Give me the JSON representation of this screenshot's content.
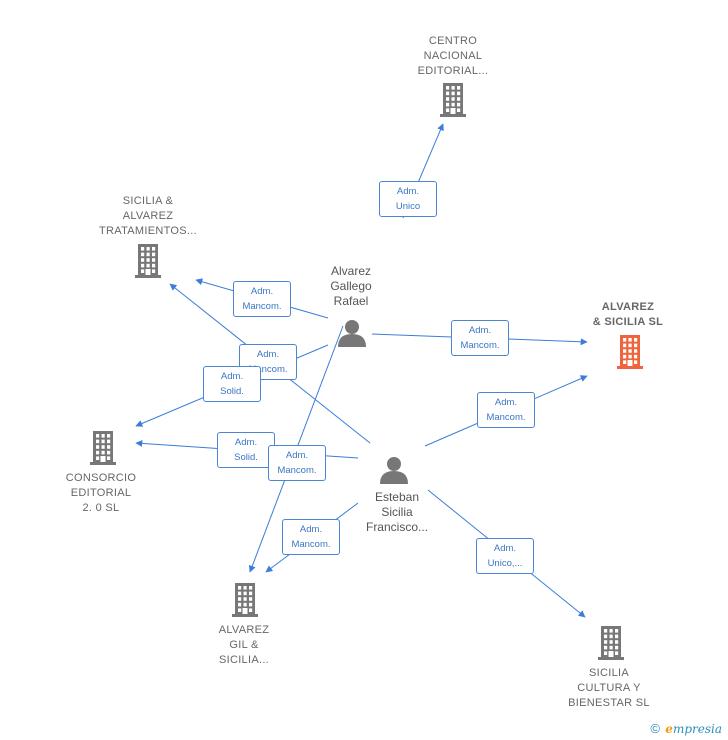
{
  "colors": {
    "edge": "#3b7dd8",
    "company": "#777777",
    "highlight": "#f0643c",
    "person": "#777777"
  },
  "nodes": [
    {
      "id": "centro",
      "type": "company",
      "label": "CENTRO\nNACIONAL\nEDITORIAL..."
    },
    {
      "id": "tratamientos",
      "type": "company",
      "label": "SICILIA &\nALVAREZ\nTRATAMIENTOS..."
    },
    {
      "id": "alvarez_sicilia",
      "type": "company",
      "highlight": true,
      "label": "ALVAREZ\n& SICILIA  SL"
    },
    {
      "id": "consorcio",
      "type": "company",
      "label": "CONSORCIO\nEDITORIAL\n2. 0  SL"
    },
    {
      "id": "alvarez_gil",
      "type": "company",
      "label": "ALVAREZ\nGIL &\nSICILIA..."
    },
    {
      "id": "cultura",
      "type": "company",
      "label": "SICILIA\nCULTURA Y\nBIENESTAR  SL"
    },
    {
      "id": "rafael",
      "type": "person",
      "label": "Alvarez\nGallego\nRafael"
    },
    {
      "id": "esteban",
      "type": "person",
      "label": "Esteban\nSicilia\nFrancisco..."
    }
  ],
  "edges": [
    {
      "from": "rafael",
      "to": "centro",
      "label": "Adm.\nUnico"
    },
    {
      "from": "rafael",
      "to": "tratamientos",
      "label": "Adm.\nMancom."
    },
    {
      "from": "esteban",
      "to": "tratamientos",
      "label": "Adm.\nMancom."
    },
    {
      "from": "rafael",
      "to": "alvarez_sicilia",
      "label": "Adm.\nMancom."
    },
    {
      "from": "esteban",
      "to": "alvarez_sicilia",
      "label": "Adm.\nMancom."
    },
    {
      "from": "rafael",
      "to": "consorcio",
      "label": "Adm.\nSolid."
    },
    {
      "from": "esteban",
      "to": "consorcio",
      "label": "Adm.\nSolid."
    },
    {
      "from": "rafael",
      "to": "alvarez_gil",
      "label": "Adm.\nMancom."
    },
    {
      "from": "esteban",
      "to": "alvarez_gil",
      "label": "Adm.\nMancom."
    },
    {
      "from": "esteban",
      "to": "cultura",
      "label": "Adm.\nUnico,..."
    }
  ],
  "footer": {
    "copyright": "©",
    "brand_first": "e",
    "brand_rest": "mpresia"
  }
}
